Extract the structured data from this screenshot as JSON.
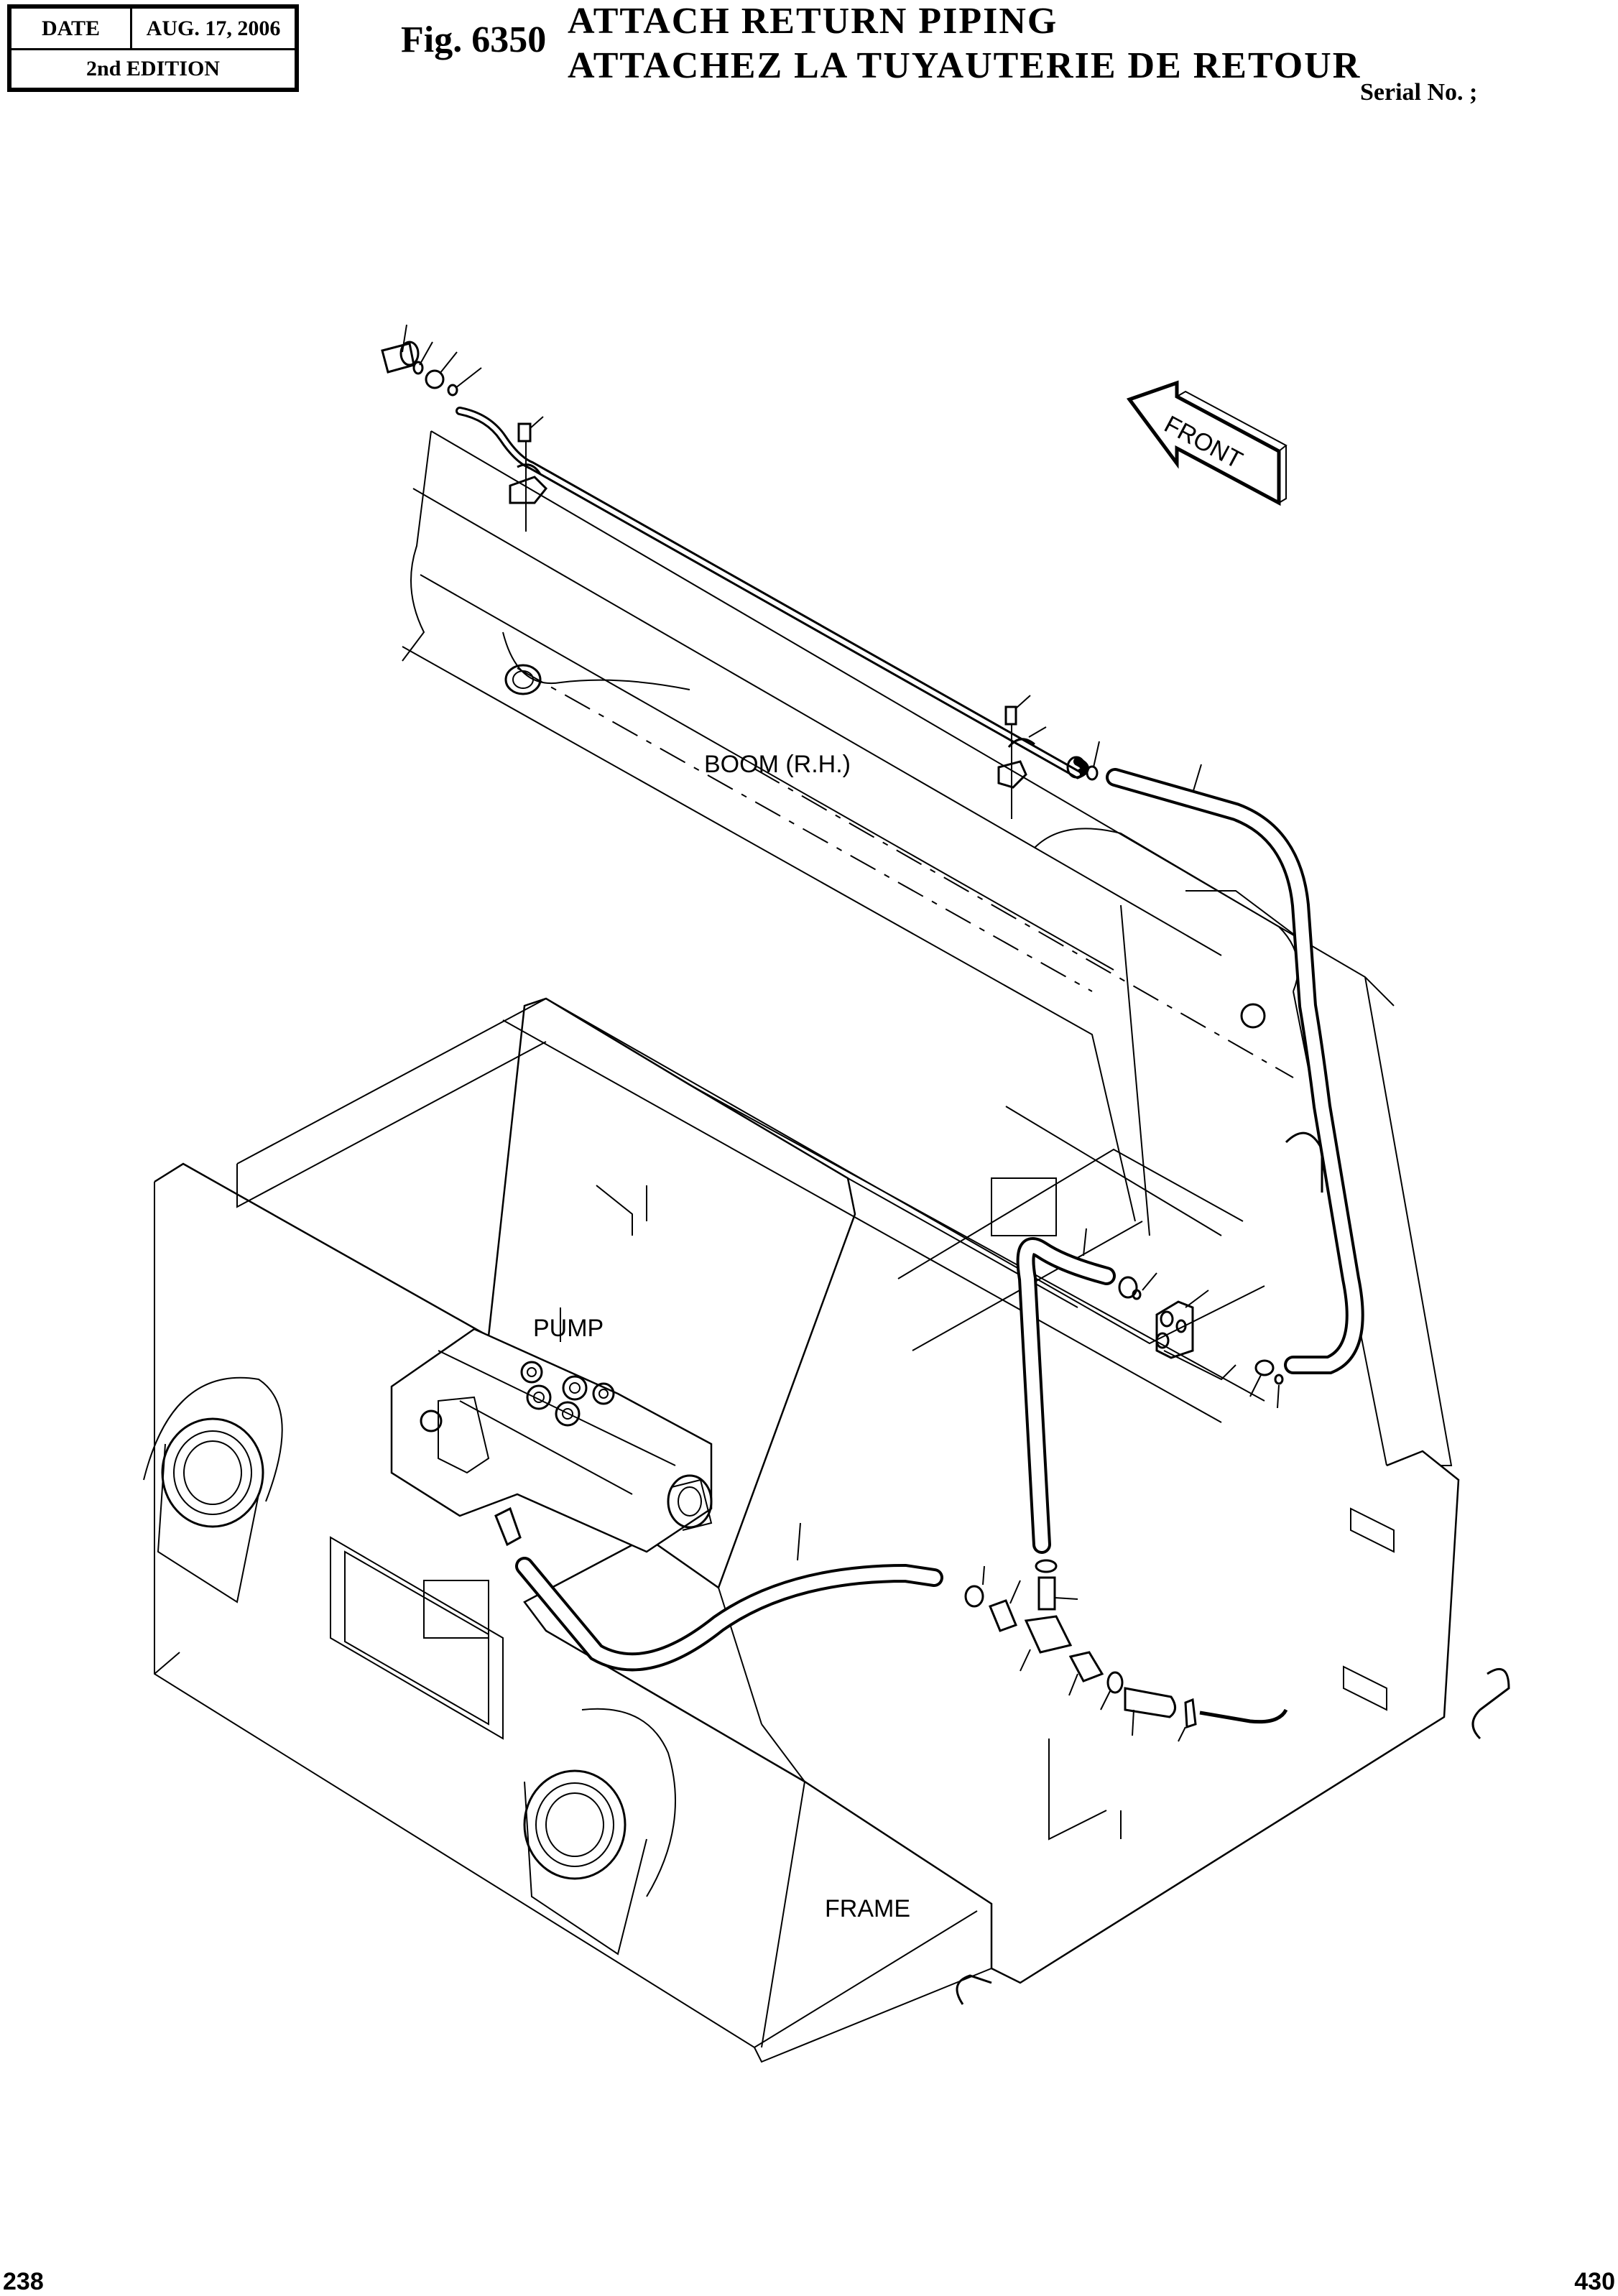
{
  "header": {
    "date_label": "DATE",
    "date_value": "AUG. 17, 2006",
    "edition": "2nd EDITION",
    "figure_number": "Fig. 6350",
    "title_en": "ATTACH RETURN PIPING",
    "title_fr": "ATTACHEZ LA TUYAUTERIE DE RETOUR",
    "serial": "Serial No. ;"
  },
  "drawing": {
    "labels": {
      "front_arrow": "FRONT",
      "boom": "BOOM (R.H.)",
      "pump": "PUMP",
      "frame": "FRAME"
    },
    "icons": [
      "front-direction-arrow",
      "hydraulic-hose",
      "pipe-clamp",
      "bolt",
      "o-ring",
      "connector",
      "tee-fitting",
      "hose-clamp",
      "manifold-block"
    ]
  },
  "footer": {
    "page_left": "238",
    "page_right": "430"
  }
}
